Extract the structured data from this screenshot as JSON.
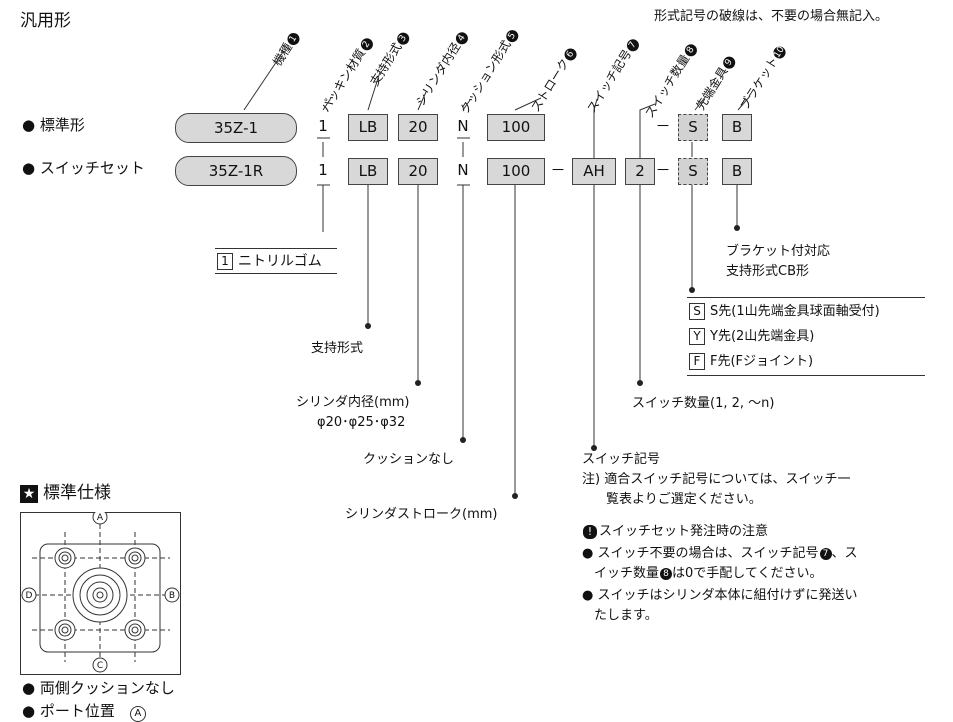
{
  "title": "汎用形",
  "note": "形式記号の破線は、不要の場合無記入。",
  "fields": [
    {
      "label": "機種",
      "num": "1"
    },
    {
      "label": "パッキン材質",
      "num": "2"
    },
    {
      "label": "支持形式",
      "num": "3"
    },
    {
      "label": "シリンダ内径",
      "num": "4"
    },
    {
      "label": "クッション形式",
      "num": "5"
    },
    {
      "label": "ストローク",
      "num": "6"
    },
    {
      "label": "スイッチ記号",
      "num": "7"
    },
    {
      "label": "スイッチ数量",
      "num": "8"
    },
    {
      "label": "先端金具",
      "num": "9"
    },
    {
      "label": "ブラケット",
      "num": "10"
    }
  ],
  "rows": {
    "standard": {
      "label": "標準形",
      "model": "35Z-1",
      "packing": "1",
      "support": "LB",
      "bore": "20",
      "cushion": "N",
      "stroke": "100",
      "dash": "－",
      "tip": "S",
      "bracket": "B"
    },
    "switch": {
      "label": "スイッチセット",
      "model": "35Z-1R",
      "packing": "1",
      "support": "LB",
      "bore": "20",
      "cushion": "N",
      "stroke": "100",
      "dash1": "－",
      "switch_code": "AH",
      "switch_count": "2",
      "dash2": "－",
      "tip": "S",
      "bracket": "B"
    }
  },
  "packing_option": {
    "key": "1",
    "text": "ニトリルゴム"
  },
  "support_note": "支持形式",
  "bore_note": {
    "line1": "シリンダ内径(mm)",
    "line2": "φ20･φ25･φ32"
  },
  "cushion_note": "クッションなし",
  "stroke_note": "シリンダストローク(mm)",
  "switch_count_note": "スイッチ数量(1, 2, ～n)",
  "switch_code_note": {
    "line1": "スイッチ記号",
    "line2": "注) 適合スイッチ記号については、スイッチ一",
    "line3": "覧表よりご選定ください。"
  },
  "bracket_note": {
    "line1": "ブラケット付対応",
    "line2": "支持形式CB形"
  },
  "tip_options": [
    {
      "key": "S",
      "text": "S先(1山先端金具球面軸受付)"
    },
    {
      "key": "Y",
      "text": "Y先(2山先端金具)"
    },
    {
      "key": "F",
      "text": "F先(Fジョイント)"
    }
  ],
  "caution": {
    "title": "スイッチセット発注時の注意",
    "item1_a": "スイッチ不要の場合は、スイッチ記号",
    "num7": "7",
    "item1_b": "、ス",
    "item1_c": "イッチ数量",
    "num8": "8",
    "item1_d": "は0で手配してください。",
    "item2_a": "スイッチはシリンダ本体に組付けずに発送い",
    "item2_b": "たします。"
  },
  "standard_spec": {
    "title": "標準仕様",
    "ports": [
      "A",
      "B",
      "C",
      "D"
    ],
    "item1": "両側クッションなし",
    "item2_label": "ポート位置",
    "item2_value": "A"
  }
}
